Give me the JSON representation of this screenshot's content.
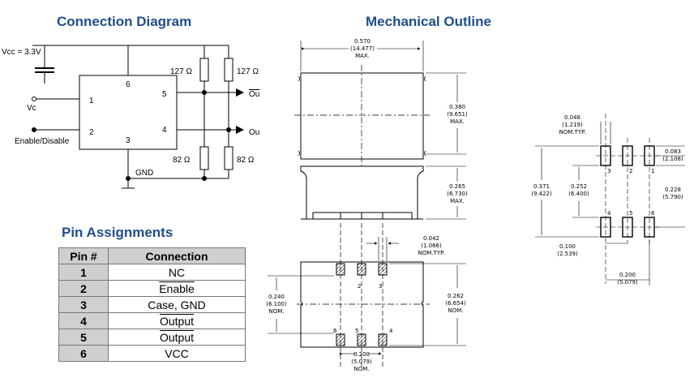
{
  "titles": {
    "connection": "Connection Diagram",
    "mechanical": "Mechanical Outline",
    "pins": "Pin Assignments"
  },
  "schematic": {
    "vcc_label": "Vcc = 3.3V",
    "vc_label": "Vc",
    "enable_label": "Enable/Disable",
    "gnd_label": "GND",
    "pin1": "1",
    "pin2": "2",
    "pin3": "3",
    "pin4": "4",
    "pin5": "5",
    "pin6": "6",
    "r127a": "127 Ω",
    "r127b": "127 Ω",
    "r82a": "82 Ω",
    "r82b": "82 Ω",
    "out_bar": "Ou",
    "out": "Ou"
  },
  "dims": {
    "width_in": "0.570",
    "width_mm": "(14.477)",
    "width_max": "MAX.",
    "height_in": "0.380",
    "height_mm": "(9.651)",
    "height_max": "MAX.",
    "thick_in": "0.265",
    "thick_mm": "(6.730)",
    "thick_max": "MAX.",
    "padw_in": "0.042",
    "padw_mm": "(1.066)",
    "padw_nom": "NOM.TYP.",
    "row_in": "0.240",
    "row_mm": "(6.100)",
    "row_nom": "NOM.",
    "rowr_in": "0.262",
    "rowr_mm": "(6.654)",
    "rowr_nom": "NOM.",
    "pitch_in": "0.200",
    "pitch_mm": "(5.079)",
    "pitch_nom": "NOM.",
    "fp_w_in": "0.048",
    "fp_w_mm": "(1.219)",
    "fp_w_nom": "NOM.TYP.",
    "fp_h_in": "0.083",
    "fp_h_mm": "(2.108)",
    "fp_total_in": "0.371",
    "fp_total_mm": "(9.422)",
    "fp_gap_in": "0.252",
    "fp_gap_mm": "(6.400)",
    "fp_row_in": "0.228",
    "fp_row_mm": "(5.790)",
    "fp_pitch_in": "0.100",
    "fp_pitch_mm": "(2.539)",
    "fp_span_in": "0.200",
    "fp_span_mm": "(5.079)",
    "pad_labels": [
      "1",
      "2",
      "3",
      "4",
      "5",
      "6"
    ]
  },
  "pin_table": {
    "headers": [
      "Pin #",
      "Connection"
    ],
    "rows": [
      {
        "num": "1",
        "conn": "NC",
        "overline": false
      },
      {
        "num": "2",
        "conn": "Enable",
        "overline": true
      },
      {
        "num": "3",
        "conn": "Case, GND",
        "overline": false
      },
      {
        "num": "4",
        "conn": "Output",
        "overline": false
      },
      {
        "num": "5",
        "conn": "Output",
        "overline": true
      },
      {
        "num": "6",
        "conn": "VCC",
        "overline": false
      }
    ]
  }
}
